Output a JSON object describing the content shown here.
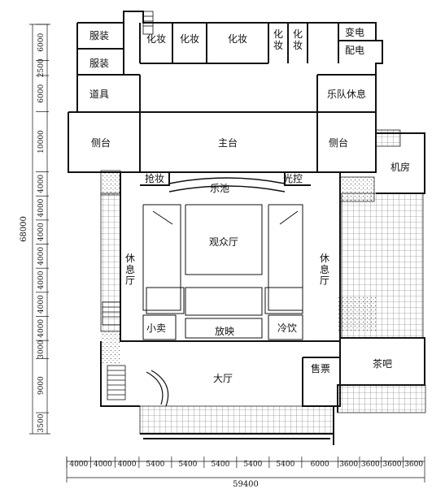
{
  "rooms": {
    "costume_1": "服装",
    "costume_2": "服装",
    "props": "道具",
    "makeup_1": "化妆",
    "makeup_2": "化妆",
    "makeup_3": "化妆",
    "makeup_narrow_1": "化\n妆",
    "makeup_narrow_2": "化\n妆",
    "substation_1": "变电",
    "substation_2": "配电",
    "band_rest": "乐队休息",
    "side_stage_left": "侧台",
    "main_stage": "主台",
    "side_stage_right": "侧台",
    "machine_room": "机房",
    "quick_change": "抢妆",
    "orchestra_pit": "乐池",
    "light_control": "光控",
    "auditorium": "观众厅",
    "lounge_left": "休\n息\n厅",
    "lounge_right": "休\n息\n厅",
    "snack_bar": "小卖",
    "projection": "放映",
    "cold_drinks": "冷饮",
    "tea_bar": "茶吧",
    "ticketing": "售票",
    "lobby": "大厅"
  },
  "dims_vertical": [
    "6000",
    "2500",
    "6000",
    "10000",
    "4000",
    "4000",
    "4000",
    "4000",
    "4000",
    "4000",
    "4000",
    "3000",
    "9000",
    "3500"
  ],
  "total_vertical": "68000",
  "dims_horizontal": [
    "4000",
    "4000",
    "4000",
    "5400",
    "5400",
    "5400",
    "5400",
    "5400",
    "6000",
    "3600",
    "3600",
    "3600",
    "3600"
  ],
  "total_horizontal": "59400"
}
